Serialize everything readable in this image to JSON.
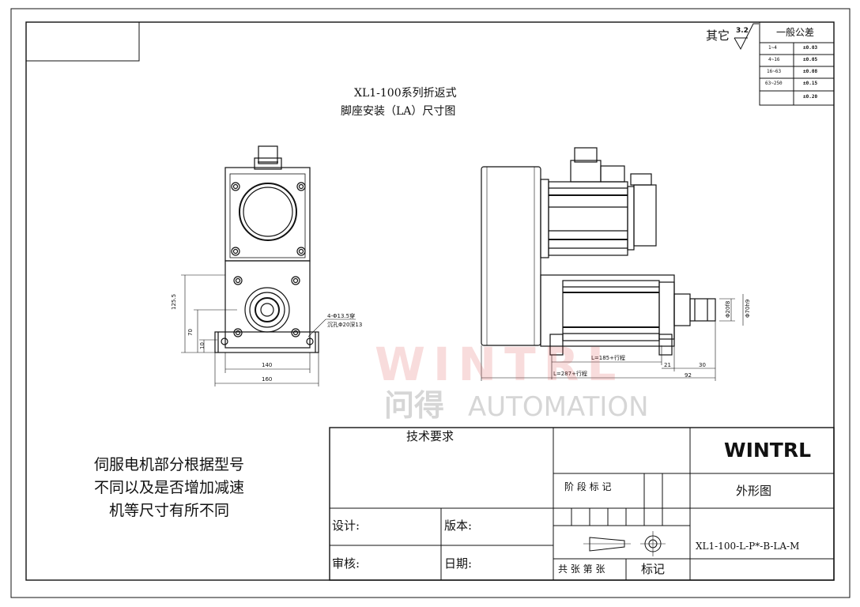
{
  "title": {
    "line1": "XL1-100系列折返式",
    "line2": "脚座安装（LA）尺寸图"
  },
  "roughness": {
    "label": "其它",
    "value": "3.2"
  },
  "tolerance": {
    "header": "一般公差",
    "rows": [
      {
        "range": "1~4",
        "tol": "±0.03"
      },
      {
        "range": "4~16",
        "tol": "±0.05"
      },
      {
        "range": "16~63",
        "tol": "±0.08"
      },
      {
        "range": "63~250",
        "tol": "±0.15"
      },
      {
        "range": "",
        "tol": "±0.20"
      }
    ]
  },
  "dimensions": {
    "height": "125.5",
    "h70": "70",
    "h10": "10",
    "w140": "140",
    "w160": "160",
    "hole1": "4-Φ13.5穿",
    "hole2": "沉孔Φ20深13",
    "stroke1": "L=185+行程",
    "stroke2": "L=287+行程",
    "d21": "21",
    "d30": "30",
    "d92": "92",
    "dia1": "Φ70h9",
    "dia2": "Φ20f8"
  },
  "watermark": {
    "brand": "WINTRL",
    "chinese": "问得",
    "automation": "AUTOMATION"
  },
  "note": {
    "text": "伺服电机部分根据型号不同以及是否增加减速机等尺寸有所不同"
  },
  "title_block": {
    "tech_req": "技术要求",
    "company": "WINTRL",
    "stage_mark": "阶 段 标 记",
    "drawing_name": "外形图",
    "design": "设计:",
    "version": "版本:",
    "review": "审核:",
    "date": "日期:",
    "sheets": "共 张 第 张",
    "mark": "标记",
    "model": "XL1-100-L-P*-B-LA-M"
  }
}
